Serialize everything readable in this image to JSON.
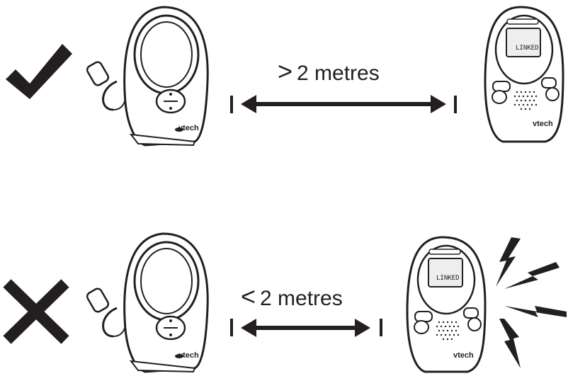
{
  "rows": [
    {
      "status": "correct",
      "status_icon": "check-mark-icon",
      "comparator": ">",
      "distance": "2 metres",
      "parent_unit_screen": "LINKED",
      "brand": "vtech"
    },
    {
      "status": "incorrect",
      "status_icon": "cross-mark-icon",
      "comparator": "<",
      "distance": "2 metres",
      "parent_unit_screen": "LINKED",
      "brand": "vtech"
    }
  ],
  "colors": {
    "ink": "#231f20",
    "background": "#ffffff",
    "display": "#eeeeee"
  }
}
